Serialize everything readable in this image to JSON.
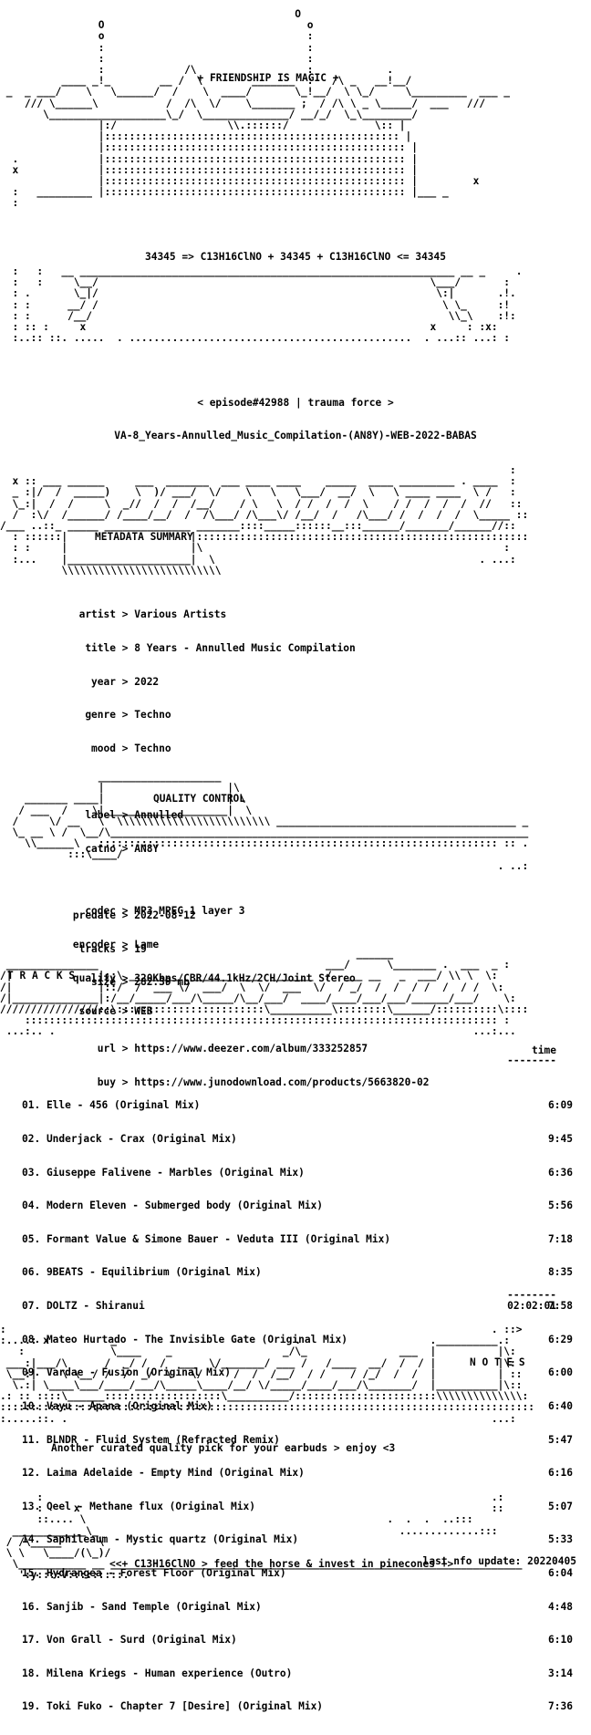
{
  "header_text": "+ FRIENDSHIP IS MAGIC +",
  "logo_formula": "34345 => C13H16ClNO + 34345 + C13H16ClNO <= 34345",
  "episode": "< episode#42988 | trauma force >",
  "release_name": "VA-8_Years-Annulled_Music_Compilation-(AN8Y)-WEB-2022-BABAS",
  "sections": {
    "metadata": "METADATA SUMMARY",
    "quality": "QUALITY CONTROL",
    "tracks": "T R A C K S",
    "notes": "N O T E S"
  },
  "metadata": [
    {
      "key": "artist",
      "value": "Various Artists"
    },
    {
      "key": "title",
      "value": "8 Years - Annulled Music Compilation"
    },
    {
      "key": "year",
      "value": "2022"
    },
    {
      "key": "genre",
      "value": "Techno"
    },
    {
      "key": "mood",
      "value": "Techno"
    },
    {
      "key": "",
      "value": ""
    },
    {
      "key": "label",
      "value": "Annulled"
    },
    {
      "key": "catno",
      "value": "AN8Y"
    },
    {
      "key": "",
      "value": ""
    },
    {
      "key": "predate",
      "value": "2022-08-12"
    },
    {
      "key": "tracks",
      "value": "19"
    },
    {
      "key": "size",
      "value": "282.39 mb"
    },
    {
      "key": "",
      "value": ""
    },
    {
      "key": "url",
      "value": "https://www.deezer.com/album/333252857"
    },
    {
      "key": "buy",
      "value": "https://www.junodownload.com/products/5663820-02"
    }
  ],
  "quality": [
    {
      "key": "codec",
      "value": "MP3 MPEG 1 layer 3"
    },
    {
      "key": "encoder",
      "value": "Lame"
    },
    {
      "key": "quality",
      "value": "320Kbps/CBR/44.1kHz/2CH/Joint Stereo"
    },
    {
      "key": "source",
      "value": "WEB"
    }
  ],
  "tracklist": {
    "time_header": "time",
    "rule": "--------",
    "total": "02:02:01",
    "tracks": [
      {
        "title": "01. Elle - 456 (Original Mix)",
        "time": "6:09"
      },
      {
        "title": "02. Underjack - Crax (Original Mix)",
        "time": "9:45"
      },
      {
        "title": "03. Giuseppe Falivene - Marbles (Original Mix)",
        "time": "6:36"
      },
      {
        "title": "04. Modern Eleven - Submerged body (Original Mix)",
        "time": "5:56"
      },
      {
        "title": "05. Formant Value & Simone Bauer - Veduta III (Original Mix)",
        "time": "7:18"
      },
      {
        "title": "06. 9BEATS - Equilibrium (Original Mix)",
        "time": "8:35"
      },
      {
        "title": "07. DOLTZ - Shiranui",
        "time": "7:58"
      },
      {
        "title": "08. Mateo Hurtado - The Invisible Gate (Original Mix)",
        "time": "6:29"
      },
      {
        "title": "09. Vardae - Fusion (Original Mix)",
        "time": "6:00"
      },
      {
        "title": "10. Vayu - Apana (Original Mix)",
        "time": "6:40"
      },
      {
        "title": "11. BLNDR - Fluid System (Refracted Remix)",
        "time": "5:47"
      },
      {
        "title": "12. Laima Adelaide - Empty Mind (Original Mix)",
        "time": "6:16"
      },
      {
        "title": "13. Qeel - Methane flux (Original Mix)",
        "time": "5:07"
      },
      {
        "title": "14. Saphileaum - Mystic quartz (Original Mix)",
        "time": "5:33"
      },
      {
        "title": "15. Hydrangea - Forest Floor (Original Mix)",
        "time": "6:04"
      },
      {
        "title": "16. Sanjib - Sand Temple (Original Mix)",
        "time": "4:48"
      },
      {
        "title": "17. Von Grall - Surd (Original Mix)",
        "time": "6:10"
      },
      {
        "title": "18. Milena Kriegs - Human experience (Outro)",
        "time": "3:14"
      },
      {
        "title": "19. Toki Fuko - Chapter 7 [Desire] (Original Mix)",
        "time": "7:36"
      }
    ]
  },
  "notes_text": "Another curated quality pick for your earbuds > enjoy <3",
  "footer_text": "<<+ C13H16ClNO > feed the horse & invest in pinecones +>",
  "last_update": "last nfo update: 20220405"
}
